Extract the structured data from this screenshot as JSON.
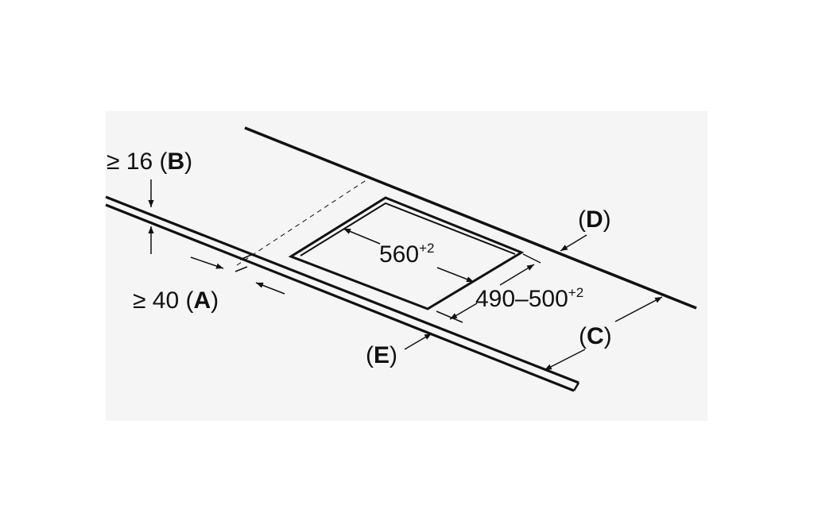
{
  "labels": {
    "B": {
      "prefix": "≥ 16 (",
      "letter": "B",
      "suffix": ")"
    },
    "A": {
      "prefix": "≥ 40 (",
      "letter": "A",
      "suffix": ")"
    },
    "D": {
      "prefix": "(",
      "letter": "D",
      "suffix": ")"
    },
    "C": {
      "prefix": "(",
      "letter": "C",
      "suffix": ")"
    },
    "E": {
      "prefix": "(",
      "letter": "E",
      "suffix": ")"
    },
    "width": {
      "value": "560",
      "tolerance": "+2"
    },
    "depth": {
      "value": "490–500",
      "tolerance": "+2"
    }
  },
  "colors": {
    "line": "#111111",
    "panel": "#f5f5f5",
    "background": "#ffffff"
  }
}
